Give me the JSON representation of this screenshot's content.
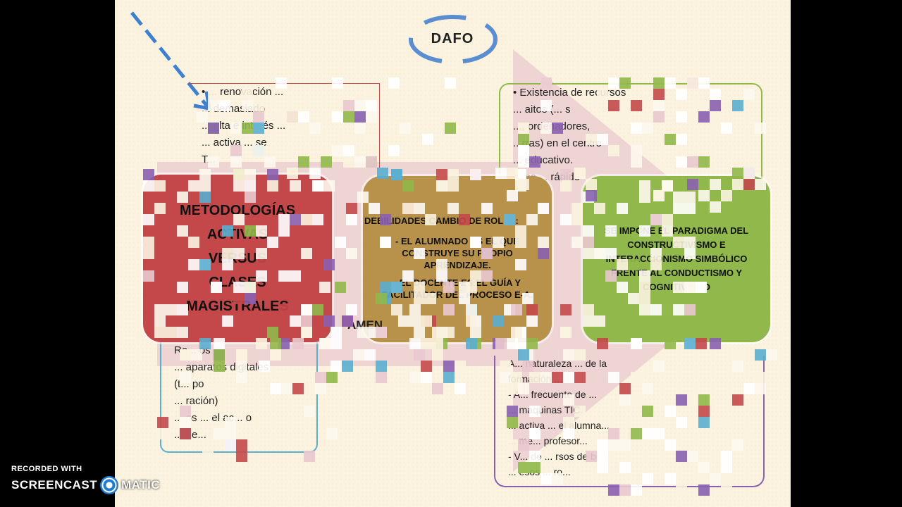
{
  "slide": {
    "title": "DAFO",
    "boxes": {
      "red": {
        "lines": [
          "METODOLOGÍAS",
          "ACTIVAS",
          "VERSUS",
          "CLASES",
          "MAGISTRALES"
        ]
      },
      "gold": {
        "title": "DEBILIDADES",
        "lines": [
          "CAMBIO DE ROLES:",
          "- EL ALUMNADO ES EL QUE CONSTRUYE SU PROPIO APRENDIZAJE.",
          "- EL DOCENTE ES EL GUÍA Y FACILITADOR DEL PROCESO E-A."
        ]
      },
      "green": {
        "lines": [
          "SE IMPONE EL PARADIGMA DEL CONSTRUCTIVISMO E INTERACCIONISMO SIMBÓLICO FRENTE AL CONDUCTISMO Y COGNITIVISMO"
        ]
      }
    },
    "label_amenazas": "AMEN",
    "panels": {
      "top_left": [
        "• ... renovación ...",
        "... demasiado",
        "... alta e interés ...",
        "... activa ... se",
        "T..."
      ],
      "top_right": [
        "• Existencia de recursos",
        "... aitos (... s",
        "..., ordenadores,",
        "...rras) en el centro",
        "... educativo.",
        "... es ... rápido"
      ],
      "bottom_left": [
        "Ro... os",
        "... aparatos digitales",
        "(t... po",
        "... ración)",
        "... os ... el ac... o",
        "... ne..."
      ],
      "bottom_right": [
        "A... naturaleza ... de la",
        "formación ...",
        "- A... frecuente de ...",
        "... maquinas TIC.",
        "... activa ... el alumna...",
        "... me... profesor...",
        "- V... de ... rsos de br...",
        "... esos ... ro..."
      ]
    }
  },
  "watermark": {
    "line1": "RECORDED WITH",
    "brand_left": "SCREENCAST",
    "brand_right": "MATIC"
  },
  "colors": {
    "red": "#c4484a",
    "gold": "#b8924a",
    "green": "#90b84a",
    "blue": "#5aaed0",
    "purple": "#8a60b0"
  }
}
